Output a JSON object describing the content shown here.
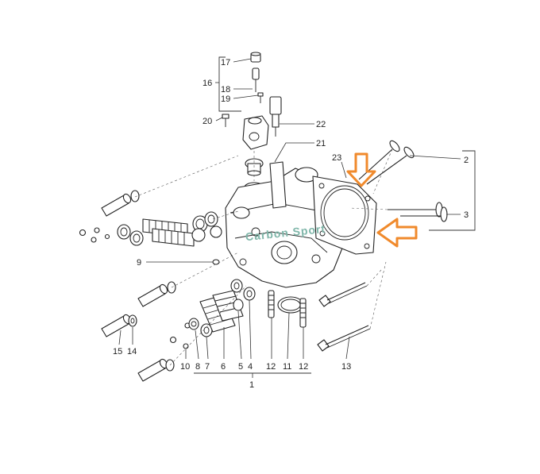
{
  "diagram": {
    "callouts": [
      "17",
      "16",
      "18",
      "19",
      "20",
      "22",
      "21",
      "23",
      "2",
      "3",
      "9",
      "1",
      "15",
      "14",
      "10",
      "8",
      "7",
      "6",
      "5",
      "4",
      "12",
      "11",
      "12",
      "13"
    ],
    "watermark": "Carbon Sport",
    "colors": {
      "line": "#222222",
      "highlight": "#f08a2c",
      "background": "#ffffff"
    }
  }
}
